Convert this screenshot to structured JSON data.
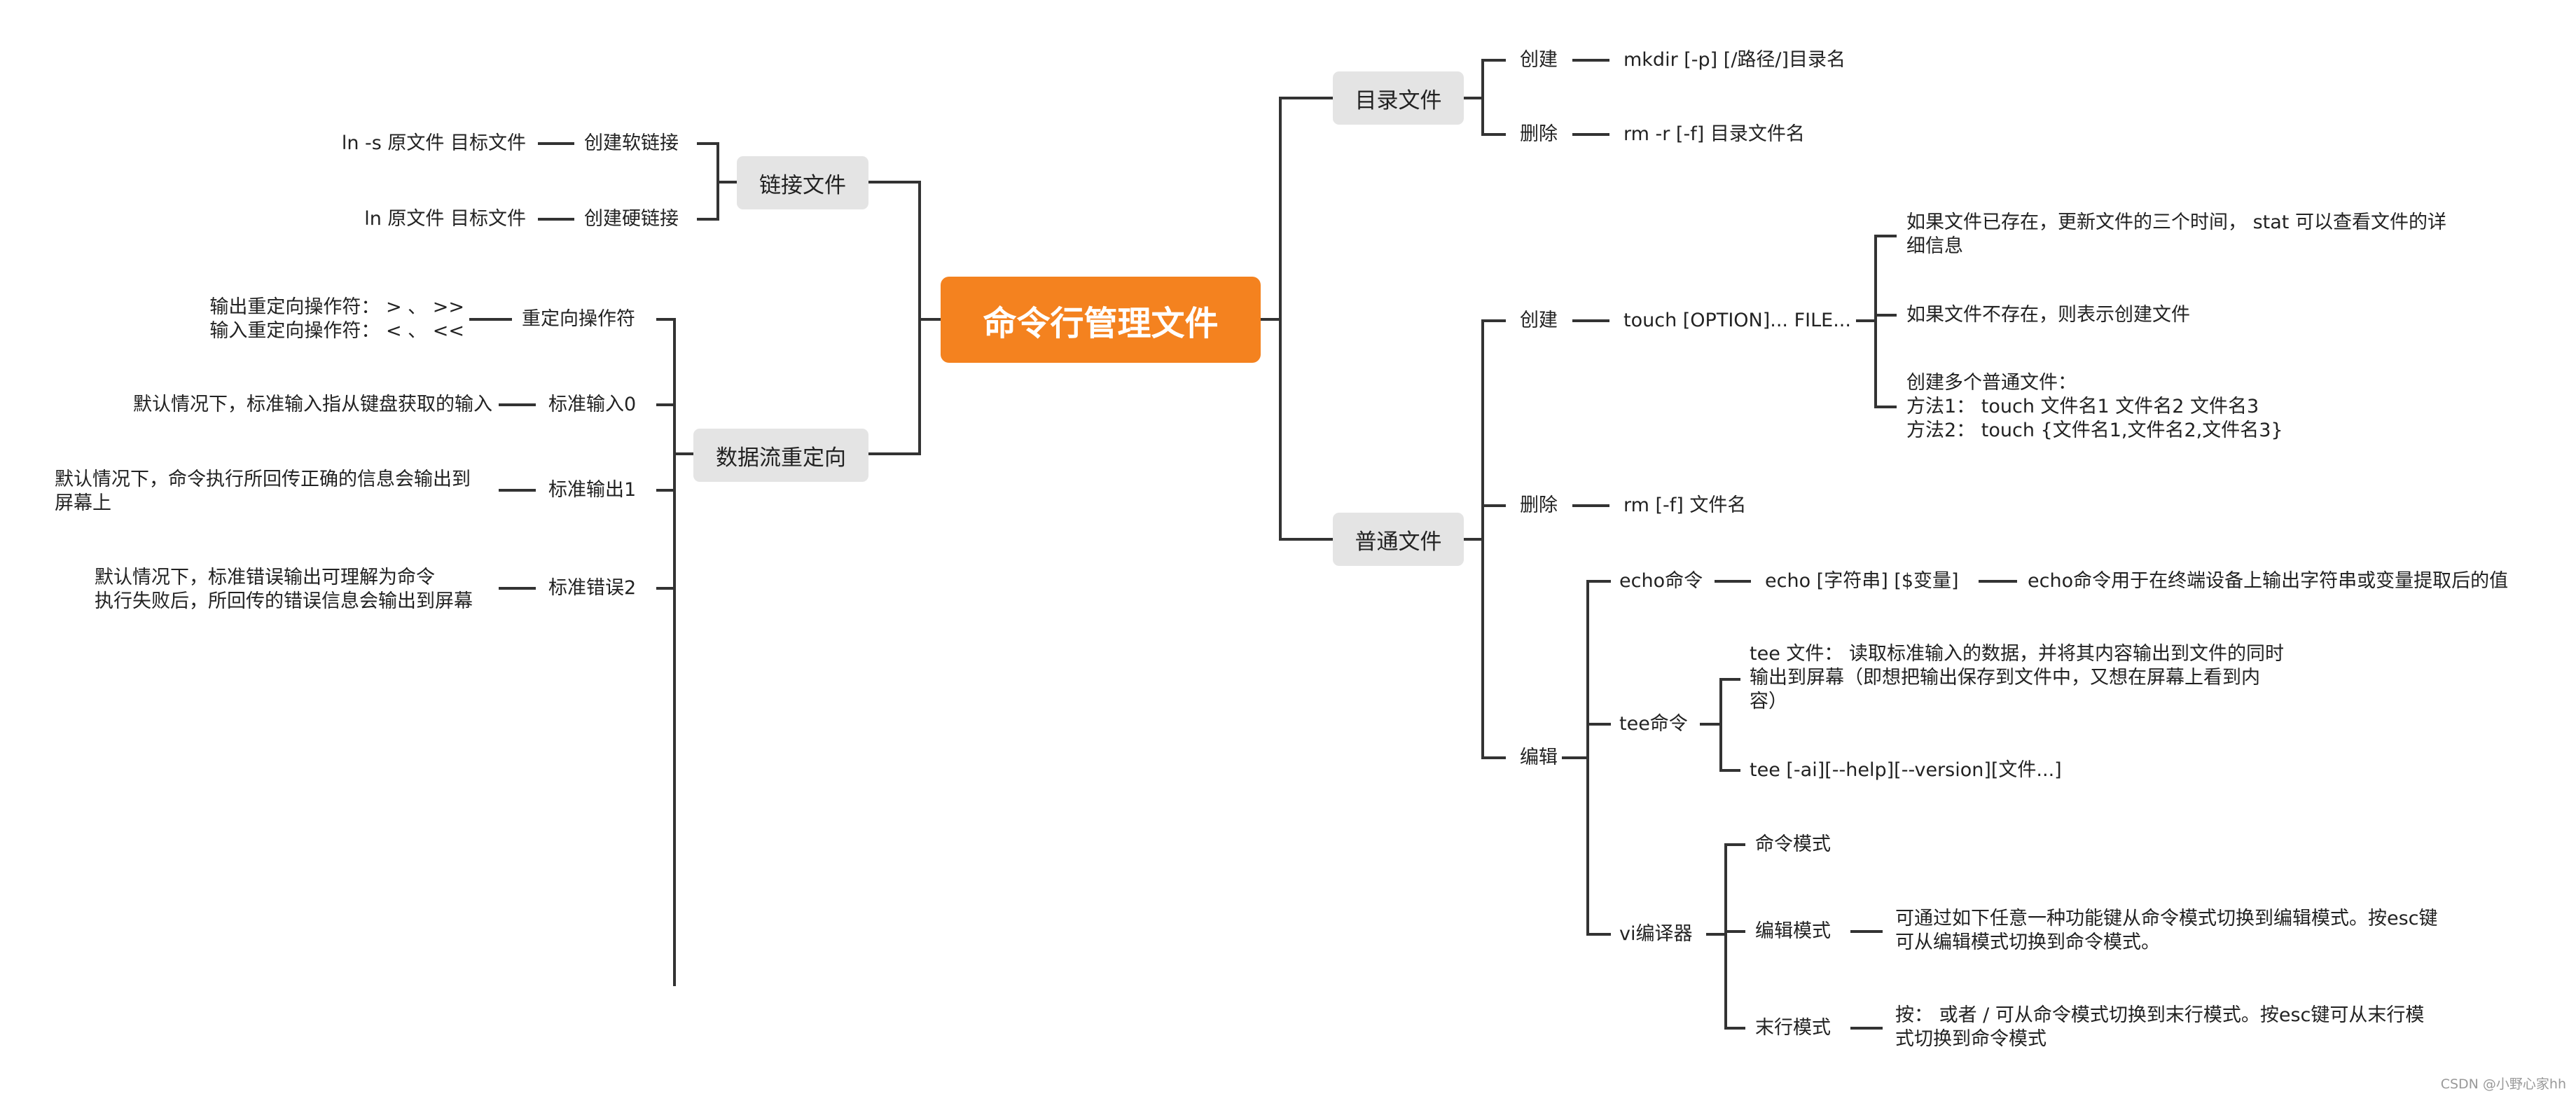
{
  "root": "命令行管理文件",
  "left": {
    "link": {
      "label": "链接文件",
      "soft": {
        "label": "创建软链接",
        "desc": "ln -s 原文件 目标文件"
      },
      "hard": {
        "label": "创建硬链接",
        "desc": "ln 原文件 目标文件"
      }
    },
    "redirect": {
      "label": "数据流重定向",
      "op": {
        "label": "重定向操作符",
        "desc": [
          "输出重定向操作符： > 、 >>",
          "输入重定向操作符： < 、 <<"
        ]
      },
      "stdin": {
        "label": "标准输入0",
        "desc": "默认情况下，标准输入指从键盘获取的输入"
      },
      "stdout": {
        "label": "标准输出1",
        "desc": [
          "默认情况下，命令执行所回传正确的信息会输出到",
          "屏幕上"
        ]
      },
      "stderr": {
        "label": "标准错误2",
        "desc": [
          "默认情况下，标准错误输出可理解为命令",
          "执行失败后，所回传的错误信息会输出到屏幕"
        ]
      }
    }
  },
  "right": {
    "dir": {
      "label": "目录文件",
      "create": {
        "label": "创建",
        "cmd": "mkdir [-p] [/路径/]目录名"
      },
      "delete": {
        "label": "删除",
        "cmd": "rm -r [-f] 目录文件名"
      }
    },
    "file": {
      "label": "普通文件",
      "create": {
        "label": "创建",
        "cmd": "touch [OPTION]... FILE...",
        "notes": [
          [
            "如果文件已存在，更新文件的三个时间， stat 可以查看文件的详",
            "细信息"
          ],
          [
            "如果文件不存在，则表示创建文件"
          ],
          [
            "创建多个普通文件：",
            "方法1： touch 文件名1 文件名2 文件名3",
            "方法2： touch {文件名1,文件名2,文件名3}"
          ]
        ]
      },
      "delete": {
        "label": "删除",
        "cmd": "rm [-f] 文件名"
      },
      "edit": {
        "label": "编辑",
        "echo": {
          "label": "echo命令",
          "syntax": "echo [字符串] [$变量]",
          "desc": "echo命令用于在终端设备上输出字符串或变量提取后的值"
        },
        "tee": {
          "label": "tee命令",
          "desc": [
            "tee 文件： 读取标准输入的数据，并将其内容输出到文件的同时",
            "输出到屏幕（即想把输出保存到文件中，又想在屏幕上看到内",
            "容）"
          ],
          "syntax": "tee [-ai][--help][--version][文件...]"
        },
        "vi": {
          "label": "vi编译器",
          "cmd_mode": "命令模式",
          "edit_mode": {
            "label": "编辑模式",
            "desc": [
              "可通过如下任意一种功能键从命令模式切换到编辑模式。按esc键",
              "可从编辑模式切换到命令模式。"
            ]
          },
          "last_mode": {
            "label": "末行模式",
            "desc": [
              "按： 或者 / 可从命令模式切换到末行模式。按esc键可从末行模",
              "式切换到命令模式"
            ]
          }
        }
      }
    }
  },
  "watermark": "CSDN @小野心家hh",
  "colors": {
    "root": "#f4821f",
    "branch": "#e4e4e4",
    "line": "#333333",
    "text": "#222222"
  }
}
